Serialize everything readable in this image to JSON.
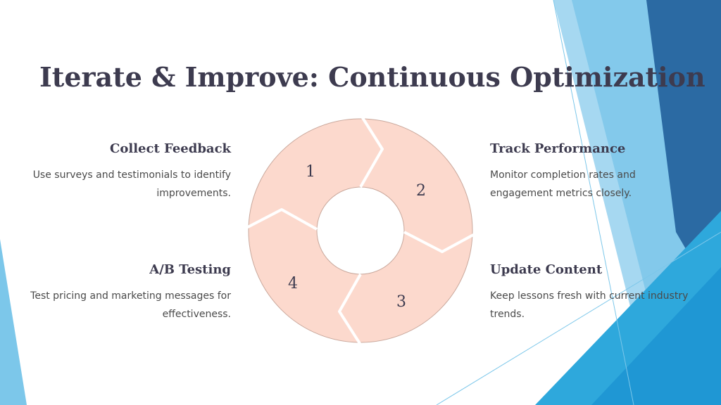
{
  "title": "Iterate & Improve: Continuous Optimization",
  "steps": [
    {
      "number": "1",
      "heading": "Collect Feedback",
      "description": "Use surveys and testimonials to identify improvements."
    },
    {
      "number": "2",
      "heading": "Track Performance",
      "description": "Monitor completion rates and engagement metrics closely."
    },
    {
      "number": "3",
      "heading": "Update Content",
      "description": "Keep lessons fresh with current industry trends."
    },
    {
      "number": "4",
      "heading": "A/B Testing",
      "description": "Test pricing and marketing messages for effectiveness."
    }
  ],
  "colors": {
    "segment_fill": "#fcd9cd",
    "title_text": "#3d3b4f",
    "accent_blue": "#2ea8dc",
    "dark_blue": "#2b6aa3"
  }
}
